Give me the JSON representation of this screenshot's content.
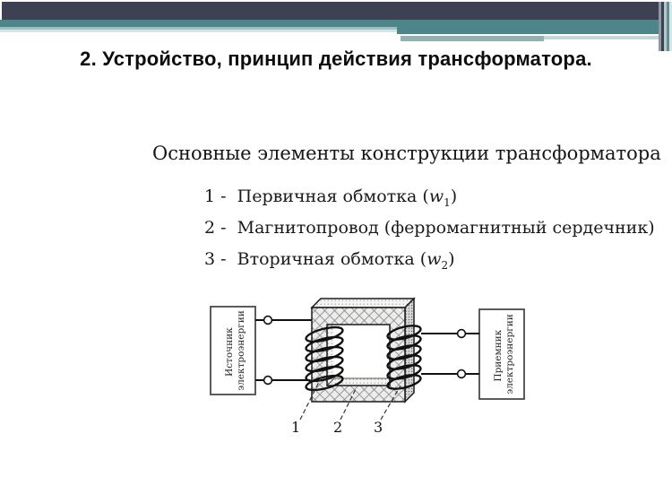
{
  "theme": {
    "header_dark": "#3e4152",
    "header_teal": "#4c868a",
    "header_light_teal": "#9cc1c1",
    "header_pale_teal": "#d6e4e4",
    "header_mid_stripe": "#93b1b3",
    "text_color": "#1a1a1a"
  },
  "title": "2. Устройство, принцип действия трансформатора.",
  "subtitle": "Основные элементы конструкции трансформатора",
  "list": {
    "items": [
      {
        "pre": "1 -  Первичная обмотка (",
        "var": "w",
        "sub": "1",
        "post": ")"
      },
      {
        "pre": "2 -  Магнитопровод (ферромагнитный сердечник)",
        "var": "",
        "sub": "",
        "post": ""
      },
      {
        "pre": "3 -  Вторичная обмотка (",
        "var": "w",
        "sub": "2",
        "post": ")"
      }
    ]
  },
  "diagram": {
    "source_box": {
      "line1": "Источник",
      "line2": "электроэнергии"
    },
    "load_box": {
      "line1": "Приемник",
      "line2": "электроэнергии"
    },
    "callouts": {
      "c1": "1",
      "c2": "2",
      "c3": "3"
    }
  }
}
